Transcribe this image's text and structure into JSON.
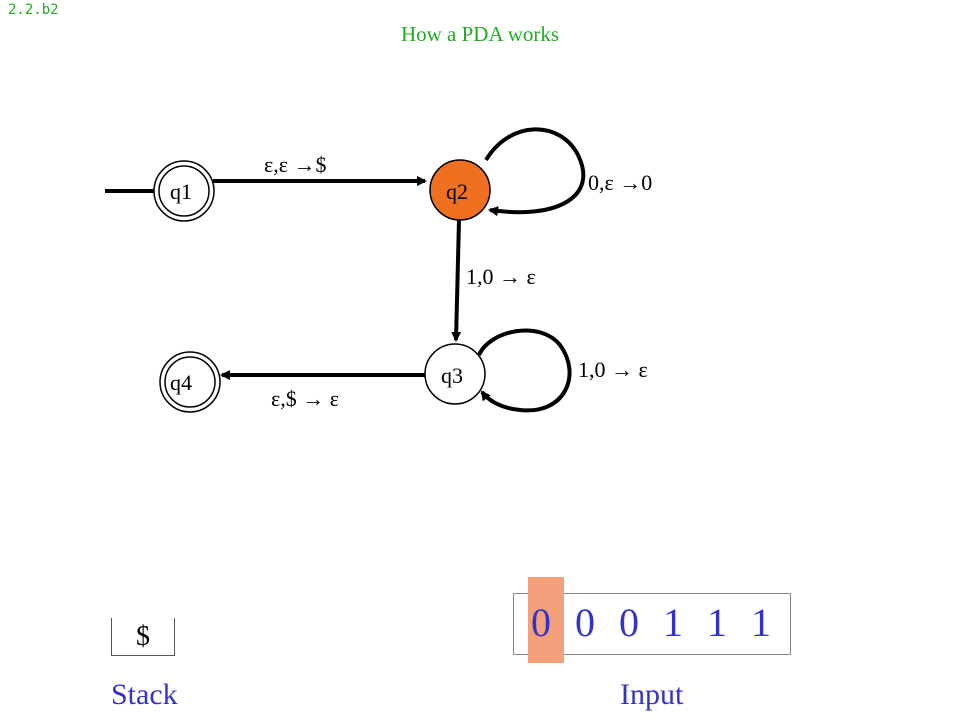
{
  "slide": {
    "code": "2.2.b2",
    "title": "How a PDA works"
  },
  "diagram": {
    "states": [
      {
        "id": "q1",
        "label": "q1",
        "accepting": true,
        "start": true,
        "active": false
      },
      {
        "id": "q2",
        "label": "q2",
        "accepting": false,
        "start": false,
        "active": true
      },
      {
        "id": "q3",
        "label": "q3",
        "accepting": false,
        "start": false,
        "active": false
      },
      {
        "id": "q4",
        "label": "q4",
        "accepting": true,
        "start": false,
        "active": false
      }
    ],
    "transitions": [
      {
        "from": "q1",
        "to": "q2",
        "label": "ε,ε →$"
      },
      {
        "from": "q2",
        "to": "q2",
        "label": "0,ε →0"
      },
      {
        "from": "q2",
        "to": "q3",
        "label": "1,0 → ε"
      },
      {
        "from": "q3",
        "to": "q3",
        "label": "1,0 → ε"
      },
      {
        "from": "q3",
        "to": "q4",
        "label": "ε,$ → ε"
      }
    ],
    "active_color": "#f07020"
  },
  "stack": {
    "label": "Stack",
    "contents": [
      "$"
    ]
  },
  "input": {
    "label": "Input",
    "symbols": [
      "0",
      "0",
      "0",
      "1",
      "1",
      "1"
    ],
    "head_position": 0,
    "highlight_color": "#f4a07a"
  },
  "colors": {
    "title": "#22aa22",
    "label_blue": "#3333cc"
  }
}
